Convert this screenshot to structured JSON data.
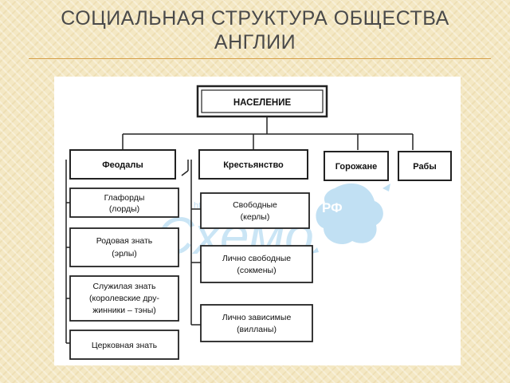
{
  "slide": {
    "title_line1": "СОЦИАЛЬНАЯ СТРУКТУРА ОБЩЕСТВА",
    "title_line2": "АНГЛИИ"
  },
  "diagram": {
    "root": "НАСЕЛЕНИЕ",
    "categories": {
      "feudals": "Феодалы",
      "peasantry": "Крестьянство",
      "townspeople": "Горожане",
      "slaves": "Рабы"
    },
    "feudal_subgroups": {
      "lords": [
        "Глафорды",
        "(лорды)"
      ],
      "earls": [
        "Родовая знать",
        "(эрлы)"
      ],
      "thanes": [
        "Служилая знать",
        "(королевские дру-",
        "жинники – тэны)"
      ],
      "church": [
        "Церковная знать"
      ]
    },
    "peasant_subgroups": {
      "free": [
        "Свободные",
        "(керлы)"
      ],
      "sokmen": [
        "Лично свободные",
        "(сокмены)"
      ],
      "villeins": [
        "Лично зависимые",
        "(вилланы)"
      ]
    }
  },
  "watermark": {
    "url": "http://",
    "brand": "Схемо",
    "suffix": "РФ"
  }
}
